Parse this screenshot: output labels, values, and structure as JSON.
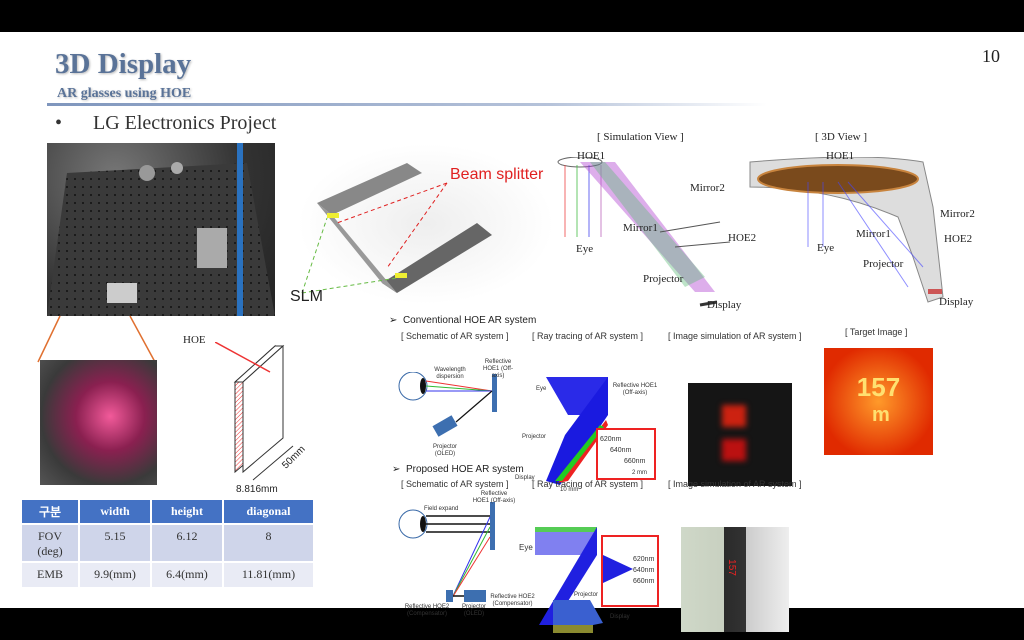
{
  "header": {
    "title": "3D Display",
    "subtitle": "AR glasses using HOE",
    "page_number": "10"
  },
  "bullet": {
    "symbol": "•",
    "text": "LG Electronics Project"
  },
  "glasses": {
    "beam_splitter": "Beam splitter",
    "slm": "SLM"
  },
  "simulation_view": {
    "caption": "[ Simulation View ]",
    "labels": {
      "hoe1": "HOE1",
      "mirror2": "Mirror2",
      "mirror1": "Mirror1",
      "hoe2": "HOE2",
      "eye": "Eye",
      "projector": "Projector",
      "display": "Display"
    }
  },
  "view_3d": {
    "caption": "[ 3D View ]",
    "labels": {
      "hoe1": "HOE1",
      "mirror2": "Mirror2",
      "mirror1": "Mirror1",
      "hoe2": "HOE2",
      "eye": "Eye",
      "projector": "Projector",
      "display": "Display"
    }
  },
  "hoe_diagram": {
    "hoe": "HOE",
    "depth": "50mm",
    "width": "8.816mm"
  },
  "table": {
    "headers": [
      "구분",
      "width",
      "height",
      "diagonal"
    ],
    "rows": [
      [
        "FOV\n(deg)",
        "5.15",
        "6.12",
        "8"
      ],
      [
        "EMB",
        "9.9(mm)",
        "6.4(mm)",
        "11.81(mm)"
      ]
    ]
  },
  "conventional": {
    "title": "Conventional HOE AR system",
    "schematic": "[ Schematic of AR system ]",
    "ray": "[ Ray tracing of AR system ]",
    "sim": "[ Image simulation of AR system ]",
    "target": "[ Target Image ]",
    "wavelength": "Wavelength dispersion",
    "hoe1": "Reflective HOE1 (Off-axis)",
    "projector": "Projector (OLED)",
    "eye": "Eye",
    "ray_projector": "Projector",
    "ray_display": "Display",
    "nm620": "620nm",
    "nm640": "640nm",
    "nm660": "660nm",
    "scale2": "2 mm",
    "scale10": "10 mm",
    "target_num": "157",
    "target_unit": "m"
  },
  "proposed": {
    "title": "Proposed HOE AR system",
    "schematic": "[ Schematic of AR system ]",
    "ray": "[ Ray tracing of AR system ]",
    "sim": "[ Image simulation of AR system ]",
    "field": "Field expand",
    "hoe1": "Reflective HOE1 (Off-axis)",
    "hoe2": "Reflective HOE2 (Compensator)",
    "projector": "Projector (OLED)",
    "eye": "Eye",
    "ray_projector": "Projector",
    "ray_display": "Display",
    "ray_hoe2": "Reflective HOE2 (Compensator)",
    "nm620": "620nm",
    "nm640": "640nm",
    "nm660": "660nm"
  },
  "colors": {
    "title": "#5a7398",
    "table_header": "#4472c4",
    "red": "#e02020"
  }
}
